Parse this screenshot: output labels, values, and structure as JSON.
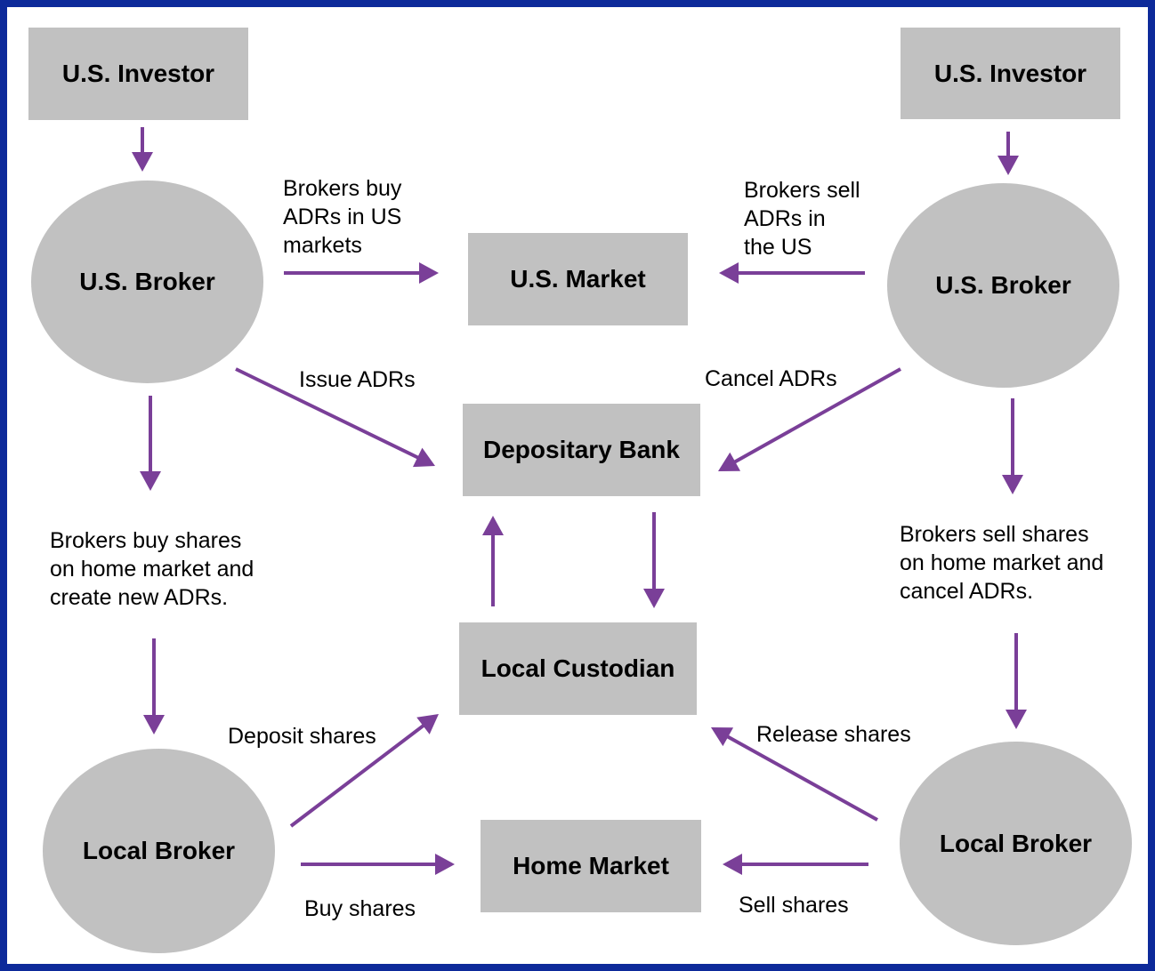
{
  "colors": {
    "border": "#0d2a9a",
    "node_fill": "#c1c1c1",
    "arrow": "#7a3f98"
  },
  "nodes": {
    "us_investor_left": "U.S. Investor",
    "us_investor_right": "U.S. Investor",
    "us_broker_left": "U.S. Broker",
    "us_broker_right": "U.S. Broker",
    "us_market": "U.S. Market",
    "depositary_bank": "Depositary Bank",
    "local_custodian": "Local Custodian",
    "local_broker_left": "Local Broker",
    "local_broker_right": "Local Broker",
    "home_market": "Home Market"
  },
  "labels": {
    "brokers_buy_adrs": "Brokers buy\nADRs in US\nmarkets",
    "brokers_sell_adrs": "Brokers sell\nADRs in\nthe US",
    "issue_adrs": "Issue ADRs",
    "cancel_adrs": "Cancel ADRs",
    "brokers_buy_shares": "Brokers buy shares\non home market and\ncreate new ADRs.",
    "brokers_sell_shares": "Brokers sell shares\non home market and\ncancel ADRs.",
    "deposit_shares": "Deposit shares",
    "release_shares": "Release shares",
    "buy_shares": "Buy shares",
    "sell_shares": "Sell shares"
  }
}
